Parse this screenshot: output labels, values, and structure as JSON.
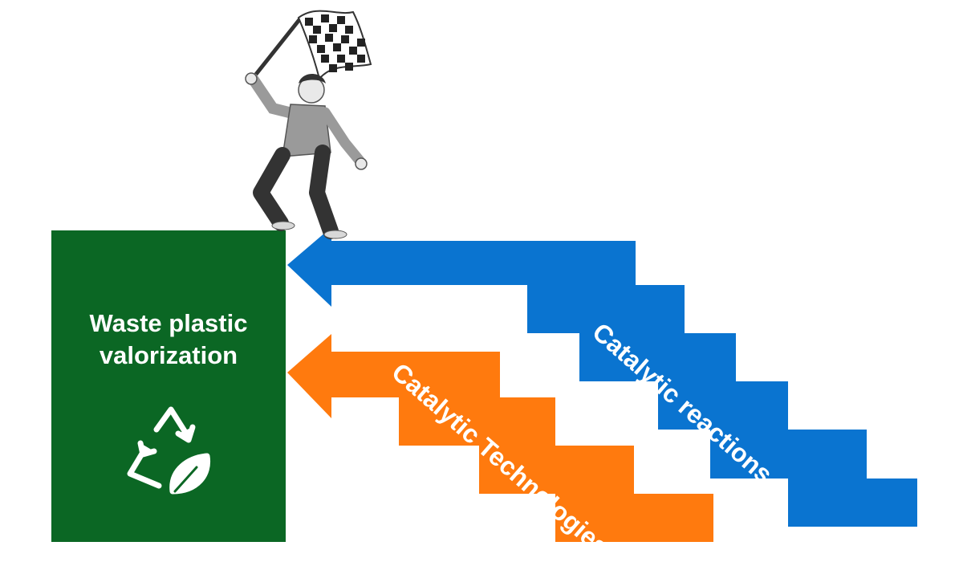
{
  "box": {
    "title_line1": "Waste plastic",
    "title_line2": "valorization",
    "icon": "recycle-leaf-icon"
  },
  "staircases": [
    {
      "label": "Catalytic reactions",
      "color": "#0a74d0"
    },
    {
      "label": "Catalytic Technologies",
      "color": "#ff7a0e"
    }
  ],
  "colors": {
    "box": "#0b6724",
    "blue": "#0a74d0",
    "orange": "#ff7a0e",
    "figure_shirt": "#9a9a9a",
    "figure_pants": "#333333"
  },
  "figure": {
    "icon": "person-with-checkered-flag-icon"
  }
}
